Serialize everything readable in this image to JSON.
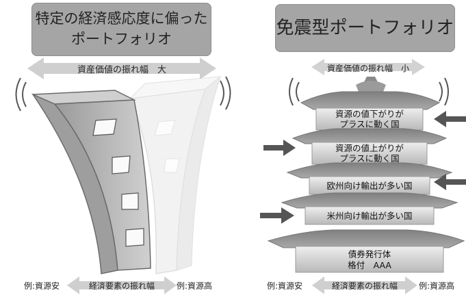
{
  "left_panel": {
    "title_line1": "特定の経済感応度に偏った",
    "title_line2": "ポートフォリオ",
    "range_label": "資産価値の振れ幅　大",
    "bottom_left": "例:資源安",
    "bottom_center": "経済要素の振れ幅",
    "bottom_right": "例:資源高"
  },
  "right_panel": {
    "title": "免震型ポートフォリオ",
    "range_label": "資産価値の振れ幅　小",
    "tiers": [
      {
        "line1": "資源の値下がりが",
        "line2": "プラスに動く国"
      },
      {
        "line1": "資源の値上がりが",
        "line2": "プラスに動く国"
      },
      {
        "line1": "欧州向け輸出が多い国",
        "line2": ""
      },
      {
        "line1": "米州向け輸出が多い国",
        "line2": ""
      },
      {
        "line1": "債券発行体",
        "line2": "格付　AAA"
      }
    ],
    "bottom_left": "例:資源安",
    "bottom_center": "経済要素の振れ幅",
    "bottom_right": "例:資源高"
  }
}
